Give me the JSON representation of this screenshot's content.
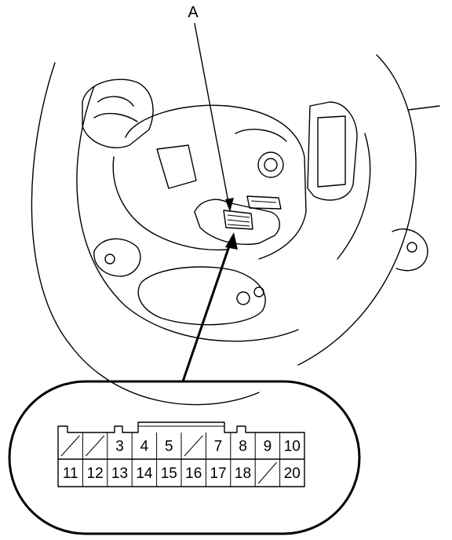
{
  "callout": {
    "label": "A"
  },
  "connector": {
    "top_row": [
      {
        "pin": "",
        "slash": true
      },
      {
        "pin": "",
        "slash": true
      },
      {
        "pin": "3",
        "slash": false
      },
      {
        "pin": "4",
        "slash": false
      },
      {
        "pin": "5",
        "slash": false
      },
      {
        "pin": "",
        "slash": true
      },
      {
        "pin": "7",
        "slash": false
      },
      {
        "pin": "8",
        "slash": false
      },
      {
        "pin": "9",
        "slash": false
      },
      {
        "pin": "10",
        "slash": false
      }
    ],
    "bottom_row": [
      {
        "pin": "11",
        "slash": false
      },
      {
        "pin": "12",
        "slash": false
      },
      {
        "pin": "13",
        "slash": false
      },
      {
        "pin": "14",
        "slash": false
      },
      {
        "pin": "15",
        "slash": false
      },
      {
        "pin": "16",
        "slash": false
      },
      {
        "pin": "17",
        "slash": false
      },
      {
        "pin": "18",
        "slash": false
      },
      {
        "pin": "",
        "slash": true
      },
      {
        "pin": "20",
        "slash": false
      }
    ]
  }
}
